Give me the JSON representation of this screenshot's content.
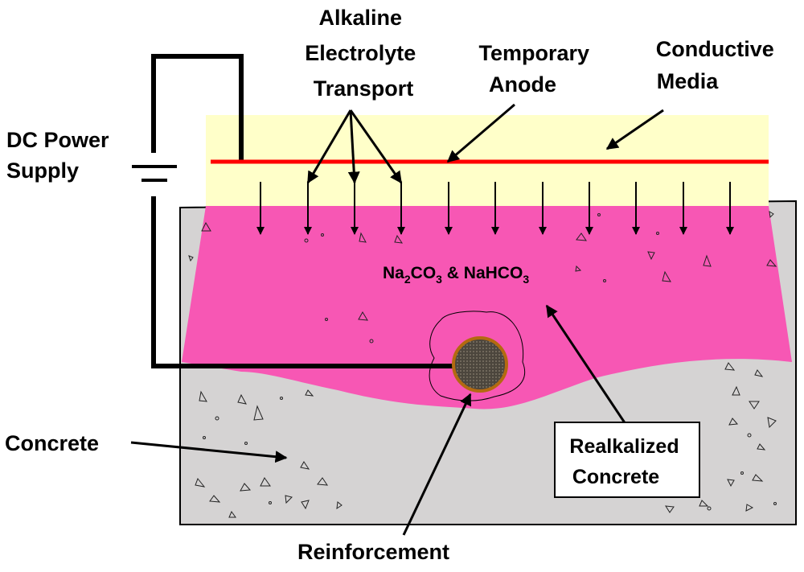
{
  "labels": {
    "alkaline_line1": "Alkaline",
    "alkaline_line2": "Electrolyte",
    "alkaline_line3": "Transport",
    "temporary_line1": "Temporary",
    "temporary_line2": "Anode",
    "conductive_line1": "Conductive",
    "conductive_line2": "Media",
    "dc_line1": "DC Power",
    "dc_line2": "Supply",
    "chem_na": "Na",
    "chem_sub1": "2",
    "chem_co": "CO",
    "chem_sub2": "3",
    "chem_rest": " & NaHCO",
    "chem_sub3": "3",
    "concrete": "Concrete",
    "realkalized_line1": "Realkalized",
    "realkalized_line2": "Concrete",
    "reinforcement": "Reinforcement"
  },
  "colors": {
    "conductive_media": "#FFFFC9",
    "realkalized_zone": "#F757B4",
    "concrete": "#D5D3D3",
    "anode": "#FF0000",
    "rebar": "#555046",
    "rebar_edge": "#B36A10"
  }
}
